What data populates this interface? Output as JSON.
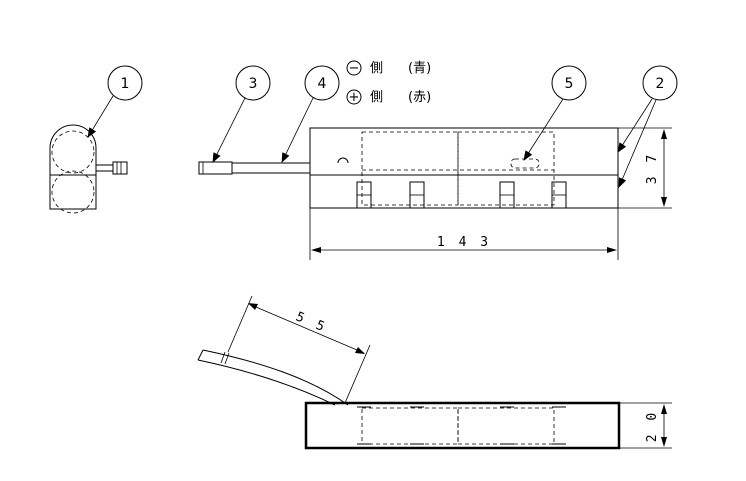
{
  "balloons": [
    {
      "id": "1"
    },
    {
      "id": "3"
    },
    {
      "id": "4"
    },
    {
      "id": "5"
    },
    {
      "id": "2"
    }
  ],
  "legend": {
    "negative": {
      "symbol": "−",
      "side": "側",
      "color": "(青)"
    },
    "positive": {
      "symbol": "+",
      "side": "側",
      "color": "(赤)"
    }
  },
  "dimensions": {
    "length": "1 4 3",
    "height_top": "3 7",
    "lead_length": "5 5",
    "height_bottom": "2 0"
  }
}
